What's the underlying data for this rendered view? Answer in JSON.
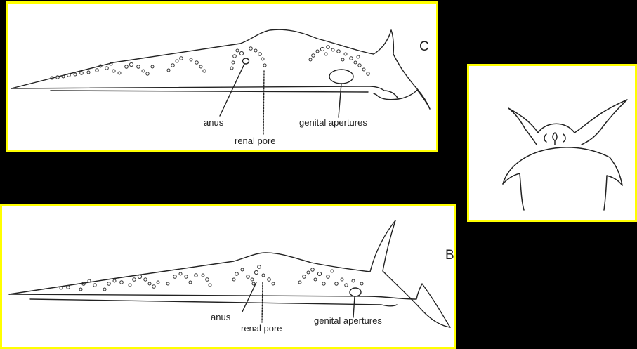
{
  "panel_c": {
    "letter": "C",
    "labels": {
      "anus": "anus",
      "renal_pore": "renal pore",
      "genital_apertures": "genital apertures"
    }
  },
  "panel_b": {
    "letter": "B",
    "labels": {
      "anus": "anus",
      "renal_pore": "renal pore",
      "genital_apertures": "genital apertures"
    }
  },
  "colors": {
    "background": "#000000",
    "frame": "#ffff00",
    "line": "#222222"
  }
}
